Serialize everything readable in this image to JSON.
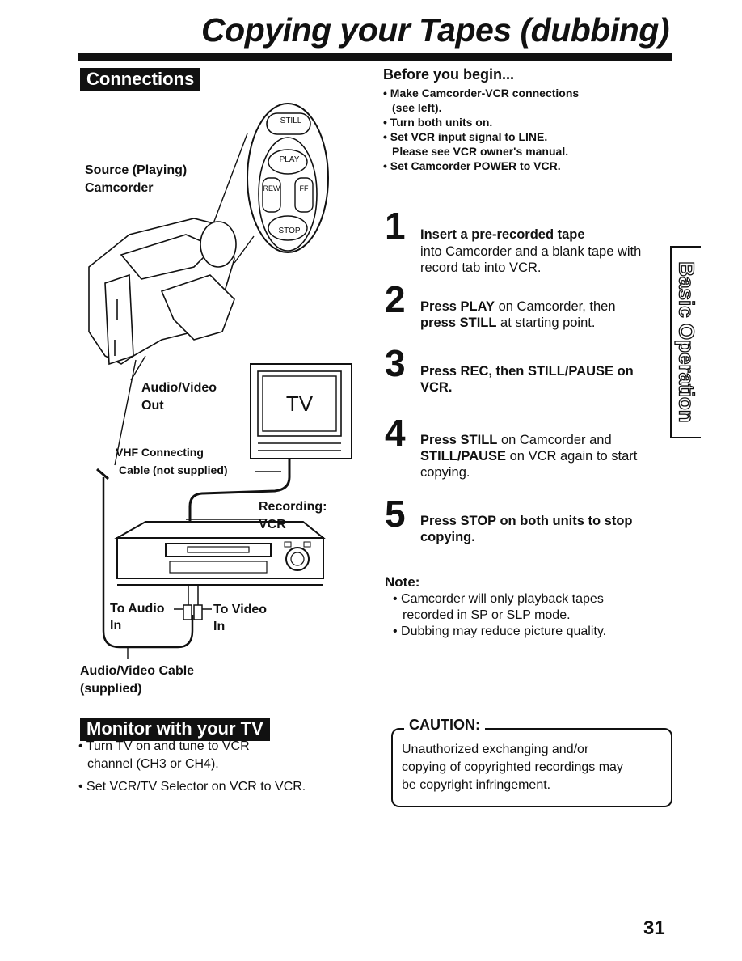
{
  "page_title": "Copying your Tapes (dubbing)",
  "connections": {
    "heading": "Connections",
    "labels": {
      "source_line1": "Source (Playing)",
      "source_line2": "Camcorder",
      "av_out_line1": "Audio/Video",
      "av_out_line2": "Out",
      "tv": "TV",
      "vhf_line1": "VHF Connecting",
      "vhf_line2": "Cable (not supplied)",
      "recording_line1": "Recording:",
      "recording_line2": "VCR",
      "to_audio_line1": "To Audio",
      "to_audio_line2": "In",
      "to_video_line1": "To Video",
      "to_video_line2": "In",
      "cable_line1": "Audio/Video Cable",
      "cable_line2": "(supplied)"
    },
    "remote_buttons": {
      "still": "STILL",
      "play": "PLAY",
      "rew": "REW",
      "ff": "FF",
      "stop": "STOP"
    }
  },
  "before_you_begin": {
    "heading": "Before you begin...",
    "items": [
      "• Make Camcorder-VCR connections",
      "(see left).",
      "• Turn both units on.",
      "• Set VCR input signal to LINE.",
      "Please see VCR owner's manual.",
      "• Set Camcorder POWER to VCR."
    ]
  },
  "steps": [
    {
      "number": "1",
      "line1_bold": "Insert a pre-recorded tape",
      "line1_rest": "",
      "line2_bold": "",
      "line2_rest": "into Camcorder and a blank tape with",
      "line3_bold": "",
      "line3_rest": "record tab into VCR."
    },
    {
      "number": "2",
      "line1_bold": "Press PLAY",
      "line1_rest": " on Camcorder, then",
      "line2_bold": "press STILL",
      "line2_rest": " at starting point.",
      "line3_bold": "",
      "line3_rest": ""
    },
    {
      "number": "3",
      "line1_bold": "Press REC, then STILL/PAUSE on",
      "line1_rest": "",
      "line2_bold": "VCR.",
      "line2_rest": "",
      "line3_bold": "",
      "line3_rest": ""
    },
    {
      "number": "4",
      "line1_bold": "Press STILL",
      "line1_rest": " on Camcorder and",
      "line2_bold": "STILL/PAUSE",
      "line2_rest": " on VCR again to start",
      "line3_bold": "",
      "line3_rest": "copying."
    },
    {
      "number": "5",
      "line1_bold": "Press STOP on both units to stop",
      "line1_rest": "",
      "line2_bold": "copying.",
      "line2_rest": "",
      "line3_bold": "",
      "line3_rest": ""
    }
  ],
  "note": {
    "heading": "Note:",
    "items": [
      "• Camcorder will only playback tapes",
      "recorded in SP or SLP mode.",
      "• Dubbing may reduce picture quality."
    ]
  },
  "monitor": {
    "heading": "Monitor with your TV",
    "items": [
      "• Turn TV on and tune to VCR",
      "channel (CH3 or CH4).",
      "• Set VCR/TV Selector on VCR to VCR."
    ]
  },
  "caution": {
    "heading": "CAUTION:",
    "lines": [
      "Unauthorized exchanging and/or",
      "copying of copyrighted recordings may",
      "be copyright infringement."
    ]
  },
  "side_tab": "Basic Operation",
  "page_number": "31"
}
